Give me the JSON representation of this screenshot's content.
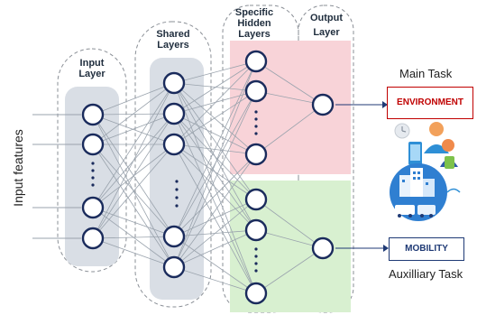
{
  "columns": {
    "input": {
      "title_line1": "Input",
      "title_line2": "Layer"
    },
    "shared": {
      "title_line1": "Shared",
      "title_line2": "Layers"
    },
    "specific": {
      "title_line1": "Specific",
      "title_line2": "Hidden",
      "title_line3": "Layers"
    },
    "output": {
      "title_line1": "Output",
      "title_line2": "Layer"
    }
  },
  "input_features_label": "Input features",
  "main_task": {
    "label": "Main Task",
    "box_text": "ENVIRONMENT",
    "color": "#c00000"
  },
  "aux_task": {
    "label": "Auxilliary Task",
    "box_text": "MOBILITY",
    "color": "#1f3a75"
  },
  "colors": {
    "node_stroke": "#1a2b5c",
    "shared_region": "#d9dee5",
    "task1_region": "#f8d3d8",
    "task2_region": "#d8f0d0",
    "edge": "#9aa3ad"
  },
  "icons": [
    "smartphone-icon",
    "person-icon",
    "city-icon",
    "bus-icon",
    "wifi-icon",
    "clock-icon"
  ]
}
